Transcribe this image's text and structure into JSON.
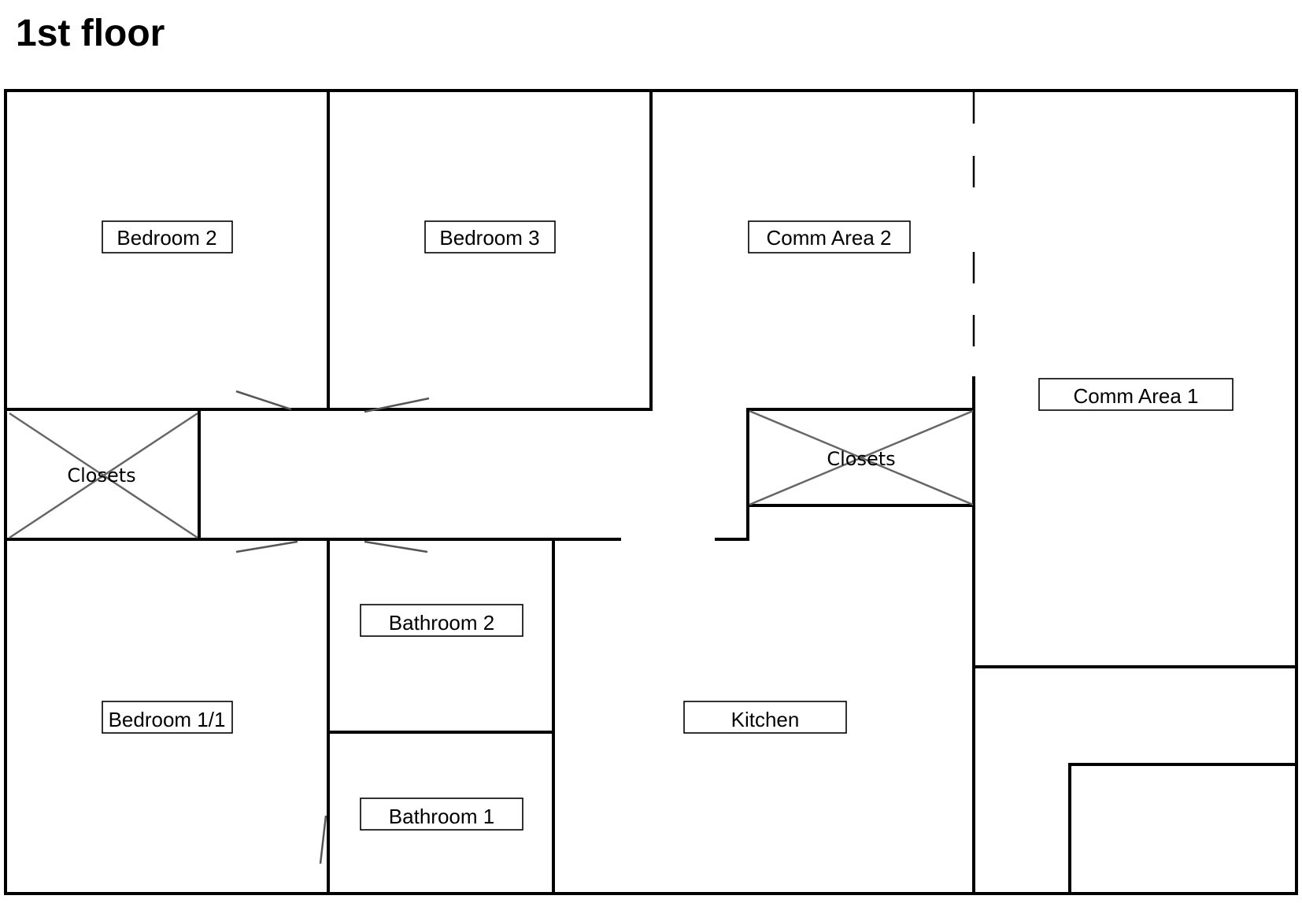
{
  "title": "1st floor",
  "rooms": {
    "bedroom_2": "Bedroom 2",
    "bedroom_3": "Bedroom 3",
    "comm_area_2": "Comm Area 2",
    "comm_area_1": "Comm Area 1",
    "closets_left": "Closets",
    "closets_right": "Closets",
    "bathroom_2": "Bathroom 2",
    "bathroom_1": "Bathroom 1",
    "bedroom_1": "Bedroom 1/1",
    "kitchen": "Kitchen"
  }
}
